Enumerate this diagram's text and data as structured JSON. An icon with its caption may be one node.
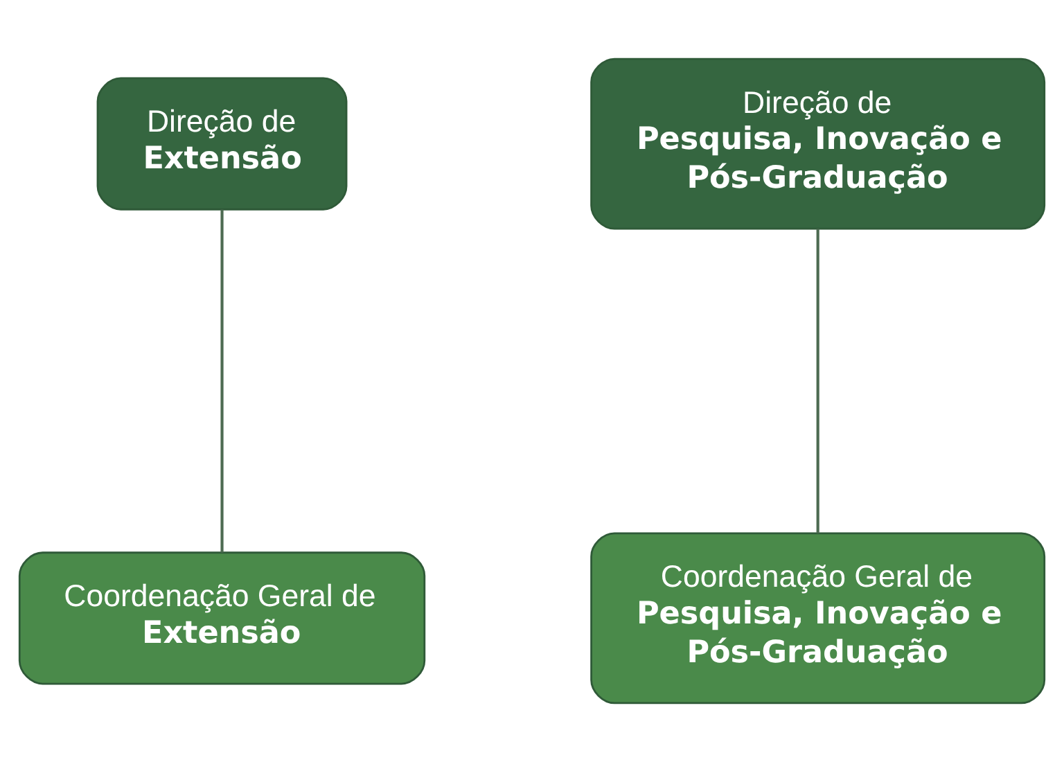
{
  "diagram": {
    "nodes": [
      {
        "text": [
          "Direção de",
          "Extensão"
        ]
      },
      {
        "text": [
          "Direção de",
          "Pesquisa, Inovação e Pós-Graduação"
        ]
      },
      {
        "text": [
          "Coordenação Geral de",
          "Extensão"
        ]
      },
      {
        "text": [
          "Coordenação Geral de",
          "Pesquisa, Inovação e Pós-Graduação"
        ]
      }
    ],
    "edges": [
      {
        "from": 0,
        "to": 2,
        "arrow": "none"
      },
      {
        "from": 1,
        "to": 3,
        "arrow": "none"
      }
    ]
  }
}
